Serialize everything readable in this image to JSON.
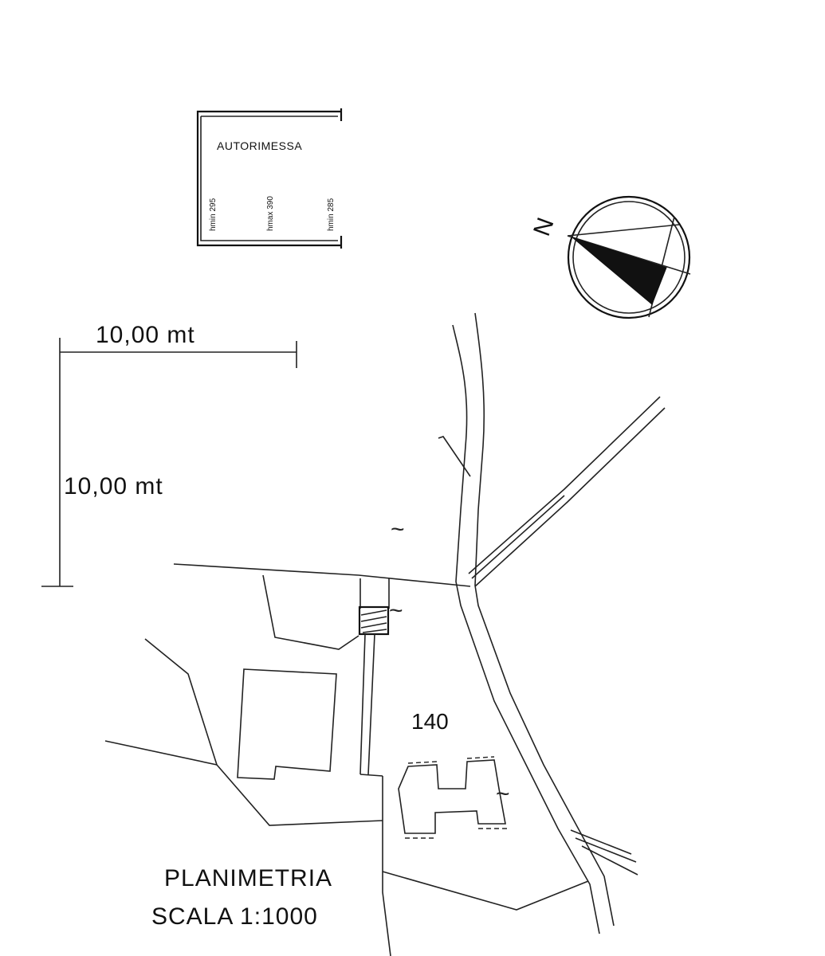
{
  "garage": {
    "title": "AUTORIMESSA",
    "dims": [
      "hmin 295",
      "hmax 390",
      "hmin 285"
    ]
  },
  "scale_bar": {
    "horizontal_label": "10,00  mt",
    "vertical_label": "10,00  mt"
  },
  "compass": {
    "north_label": "N"
  },
  "lot_number": "140",
  "symbols": {
    "tilde": "~"
  },
  "title": {
    "line1": "PLANIMETRIA",
    "line2": "SCALA  1:1000"
  }
}
